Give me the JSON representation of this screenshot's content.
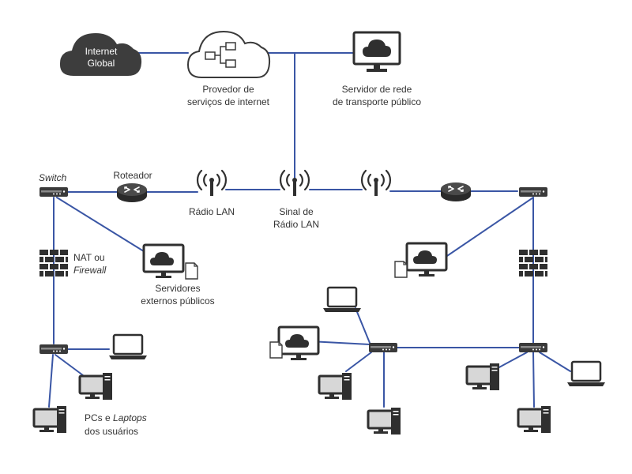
{
  "colors": {
    "link": "#3a56a5",
    "device": "#3a3a3a",
    "brick": "#2f2f2f",
    "screen": "#d7d7d7",
    "text": "#333333",
    "white": "#ffffff"
  },
  "labels": {
    "internet_global_1": "Internet",
    "internet_global_2": "Global",
    "isp_1": "Provedor de",
    "isp_2": "serviços de internet",
    "transport_server_1": "Servidor de rede",
    "transport_server_2": "de transporte público",
    "switch": "Switch",
    "router": "Roteador",
    "radio_lan": "Rádio LAN",
    "signal_1": "Sinal de",
    "signal_2": "Rádio LAN",
    "nat_1": "NAT ou",
    "nat_2": "Firewall",
    "ext_servers_1": "Servidores",
    "ext_servers_2": "externos públicos",
    "users_1a": "PCs e ",
    "users_1b": "Laptops",
    "users_2": "dos usuários"
  },
  "icons": {
    "internet_cloud": "cloud-icon",
    "isp_cloud": "network-cloud-icon",
    "server_monitor": "cloud-server-monitor-icon",
    "switch": "switch-icon",
    "router": "router-icon",
    "antenna": "radio-antenna-icon",
    "firewall": "firewall-icon",
    "laptop": "laptop-icon",
    "desktop": "desktop-pc-icon",
    "document": "document-icon"
  }
}
